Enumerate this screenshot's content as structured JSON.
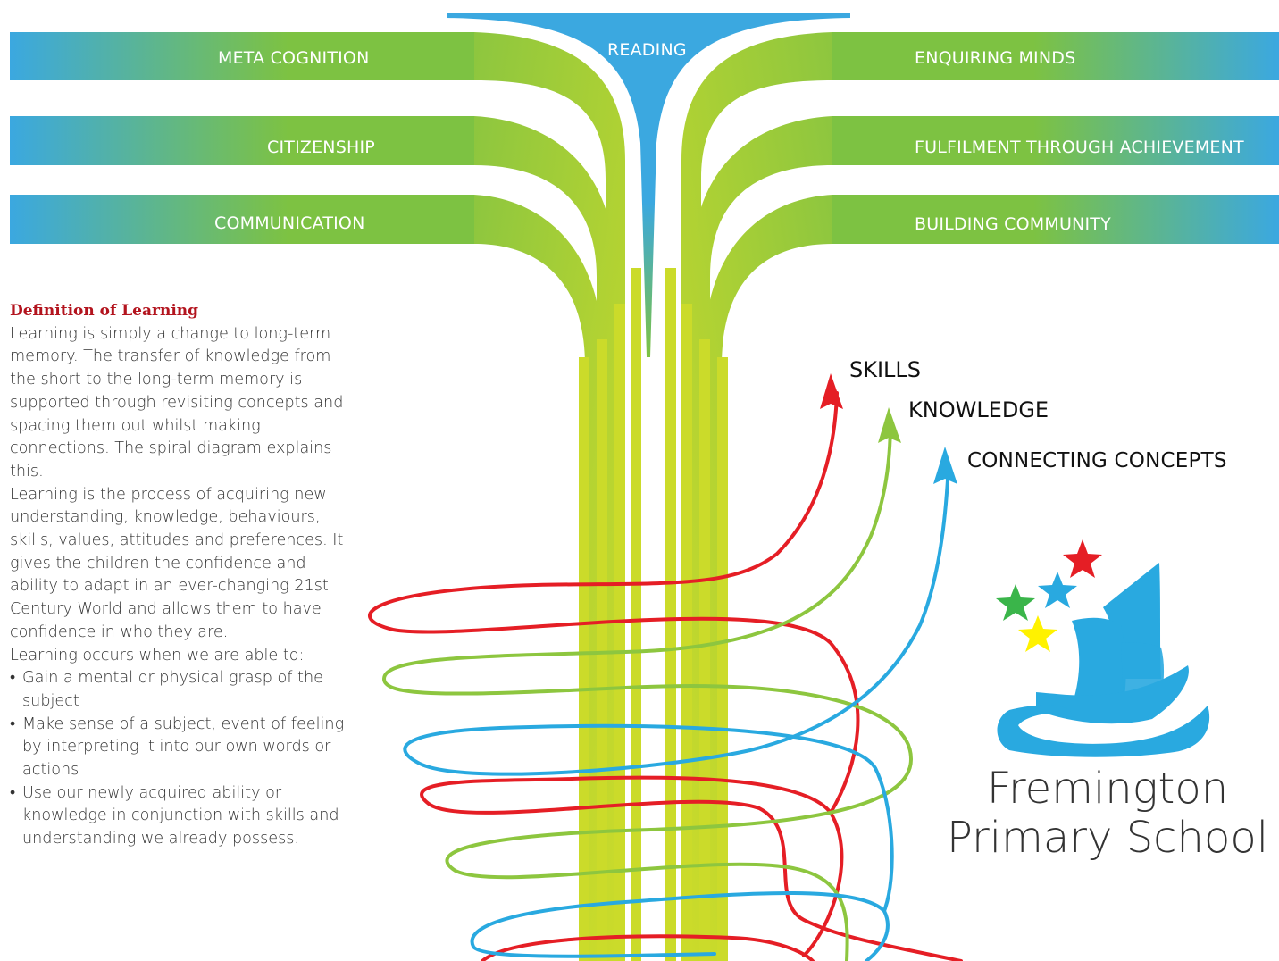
{
  "diagram": {
    "top_label": "READING",
    "left_branches": [
      {
        "label": "META COGNITION"
      },
      {
        "label": "CITIZENSHIP"
      },
      {
        "label": "COMMUNICATION"
      }
    ],
    "right_branches": [
      {
        "label": "ENQUIRING MINDS"
      },
      {
        "label": "FULFILMENT THROUGH ACHIEVEMENT"
      },
      {
        "label": "BUILDING COMMUNITY"
      }
    ],
    "spiral_arrows": [
      {
        "label": "SKILLS",
        "color": "#e51e25"
      },
      {
        "label": "KNOWLEDGE",
        "color": "#8dc63f"
      },
      {
        "label": "CONNECTING CONCEPTS",
        "color": "#29a9e0"
      }
    ],
    "colors": {
      "blue": "#3ba8e0",
      "green": "#7dc242",
      "yellow_green": "#cbdb2a"
    }
  },
  "definition": {
    "heading": "Definition of Learning",
    "paragraph1": "Learning is simply a change to long-term memory. The transfer of knowledge from the short to the long-term memory is supported through revisiting concepts and spacing them out whilst making connections. The spiral diagram explains this.",
    "paragraph2": "Learning is the process of acquiring new understanding, knowledge, behaviours, skills, values, attitudes and preferences. It gives the children the confidence and ability to adapt in an ever-changing 21st Century World and allows them to have confidence in who they are.",
    "intro": "Learning occurs when we are able to:",
    "bullets": [
      "Gain a mental or physical grasp of the subject",
      "Make sense of a subject, event of feeling by interpreting it into our own words or actions",
      "Use our newly acquired ability or knowledge in conjunction with skills and understanding we already possess."
    ]
  },
  "logo": {
    "line1": "Fremington",
    "line2": "Primary School",
    "star_colors": [
      "#e51e25",
      "#29a9e0",
      "#3ab54a",
      "#fff200"
    ]
  }
}
